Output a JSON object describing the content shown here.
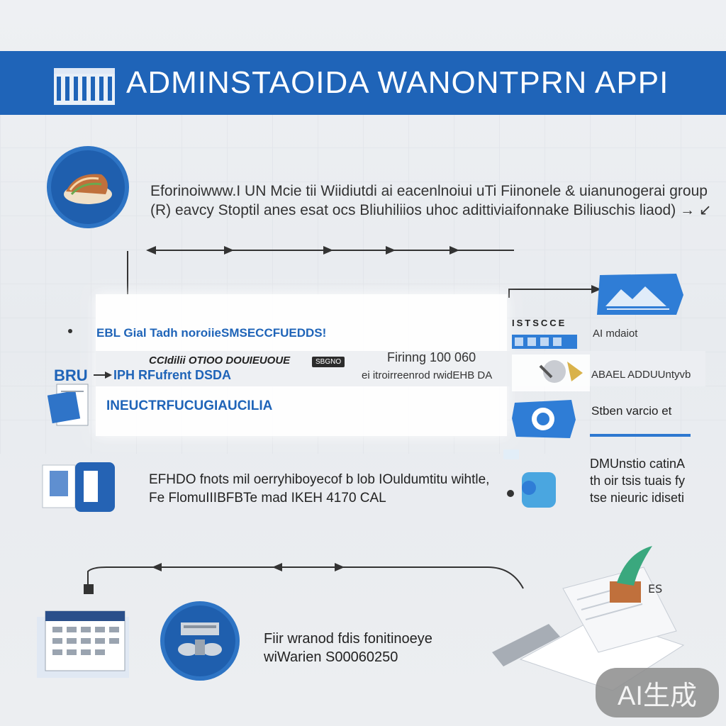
{
  "banner": {
    "title": "ADMINSTAOIDA WANONTPRN APPI"
  },
  "intro": {
    "line1": "Eforinoiwww.I UN Mcie tii Wiidiutdi ai eacenlnoiui uTi Fiinonele & uianunogerai group",
    "line2": "(R) eavcy Stoptil anes esat ocs Bliuhiliios uhoc adittiviaifonnake Biliuschis liaod) → ↙"
  },
  "table": {
    "header": "EBL Gial Tadh noroiieSMSECCFUEDDS!",
    "row_label": "BRU",
    "row2_title": "CCIdilii OTIOO DOUIEUOUE",
    "row2_chip": "SBGNO",
    "row2_right": "Firinng 100 060",
    "row3": "IPH RFufrent DSDA",
    "row3_right": "ei itroirreenrod rwidEHB DA",
    "row4": "INEUCTRFUCUGIAUCILIA"
  },
  "right_column": {
    "top_tags": "ISTSCCE",
    "label1": "AI mdaiot",
    "label2": "ABAEL ADDUUntyvb",
    "label3": "Stben varcio et",
    "label4_line1": "DMUnstio catinA",
    "label4_line2": "th oir tsis tuais fy",
    "label4_line3": "tse nieuric idiseti"
  },
  "mid_text": {
    "line1": "EFHDO fnots mil oerryhiboyecof b lob IOuldumtitu wihtle,",
    "line2": "Fe FlomuIIIBFBTe mad IKEH 4170 CAL"
  },
  "bottom_text": {
    "line1": "Fiir wranod fdis fonitinoeye",
    "line2": "wiWarien S00060250"
  },
  "watermark": "AI生成",
  "colors": {
    "brand": "#1f64b8",
    "accent": "#2e78d0",
    "background": "#eceef1"
  }
}
